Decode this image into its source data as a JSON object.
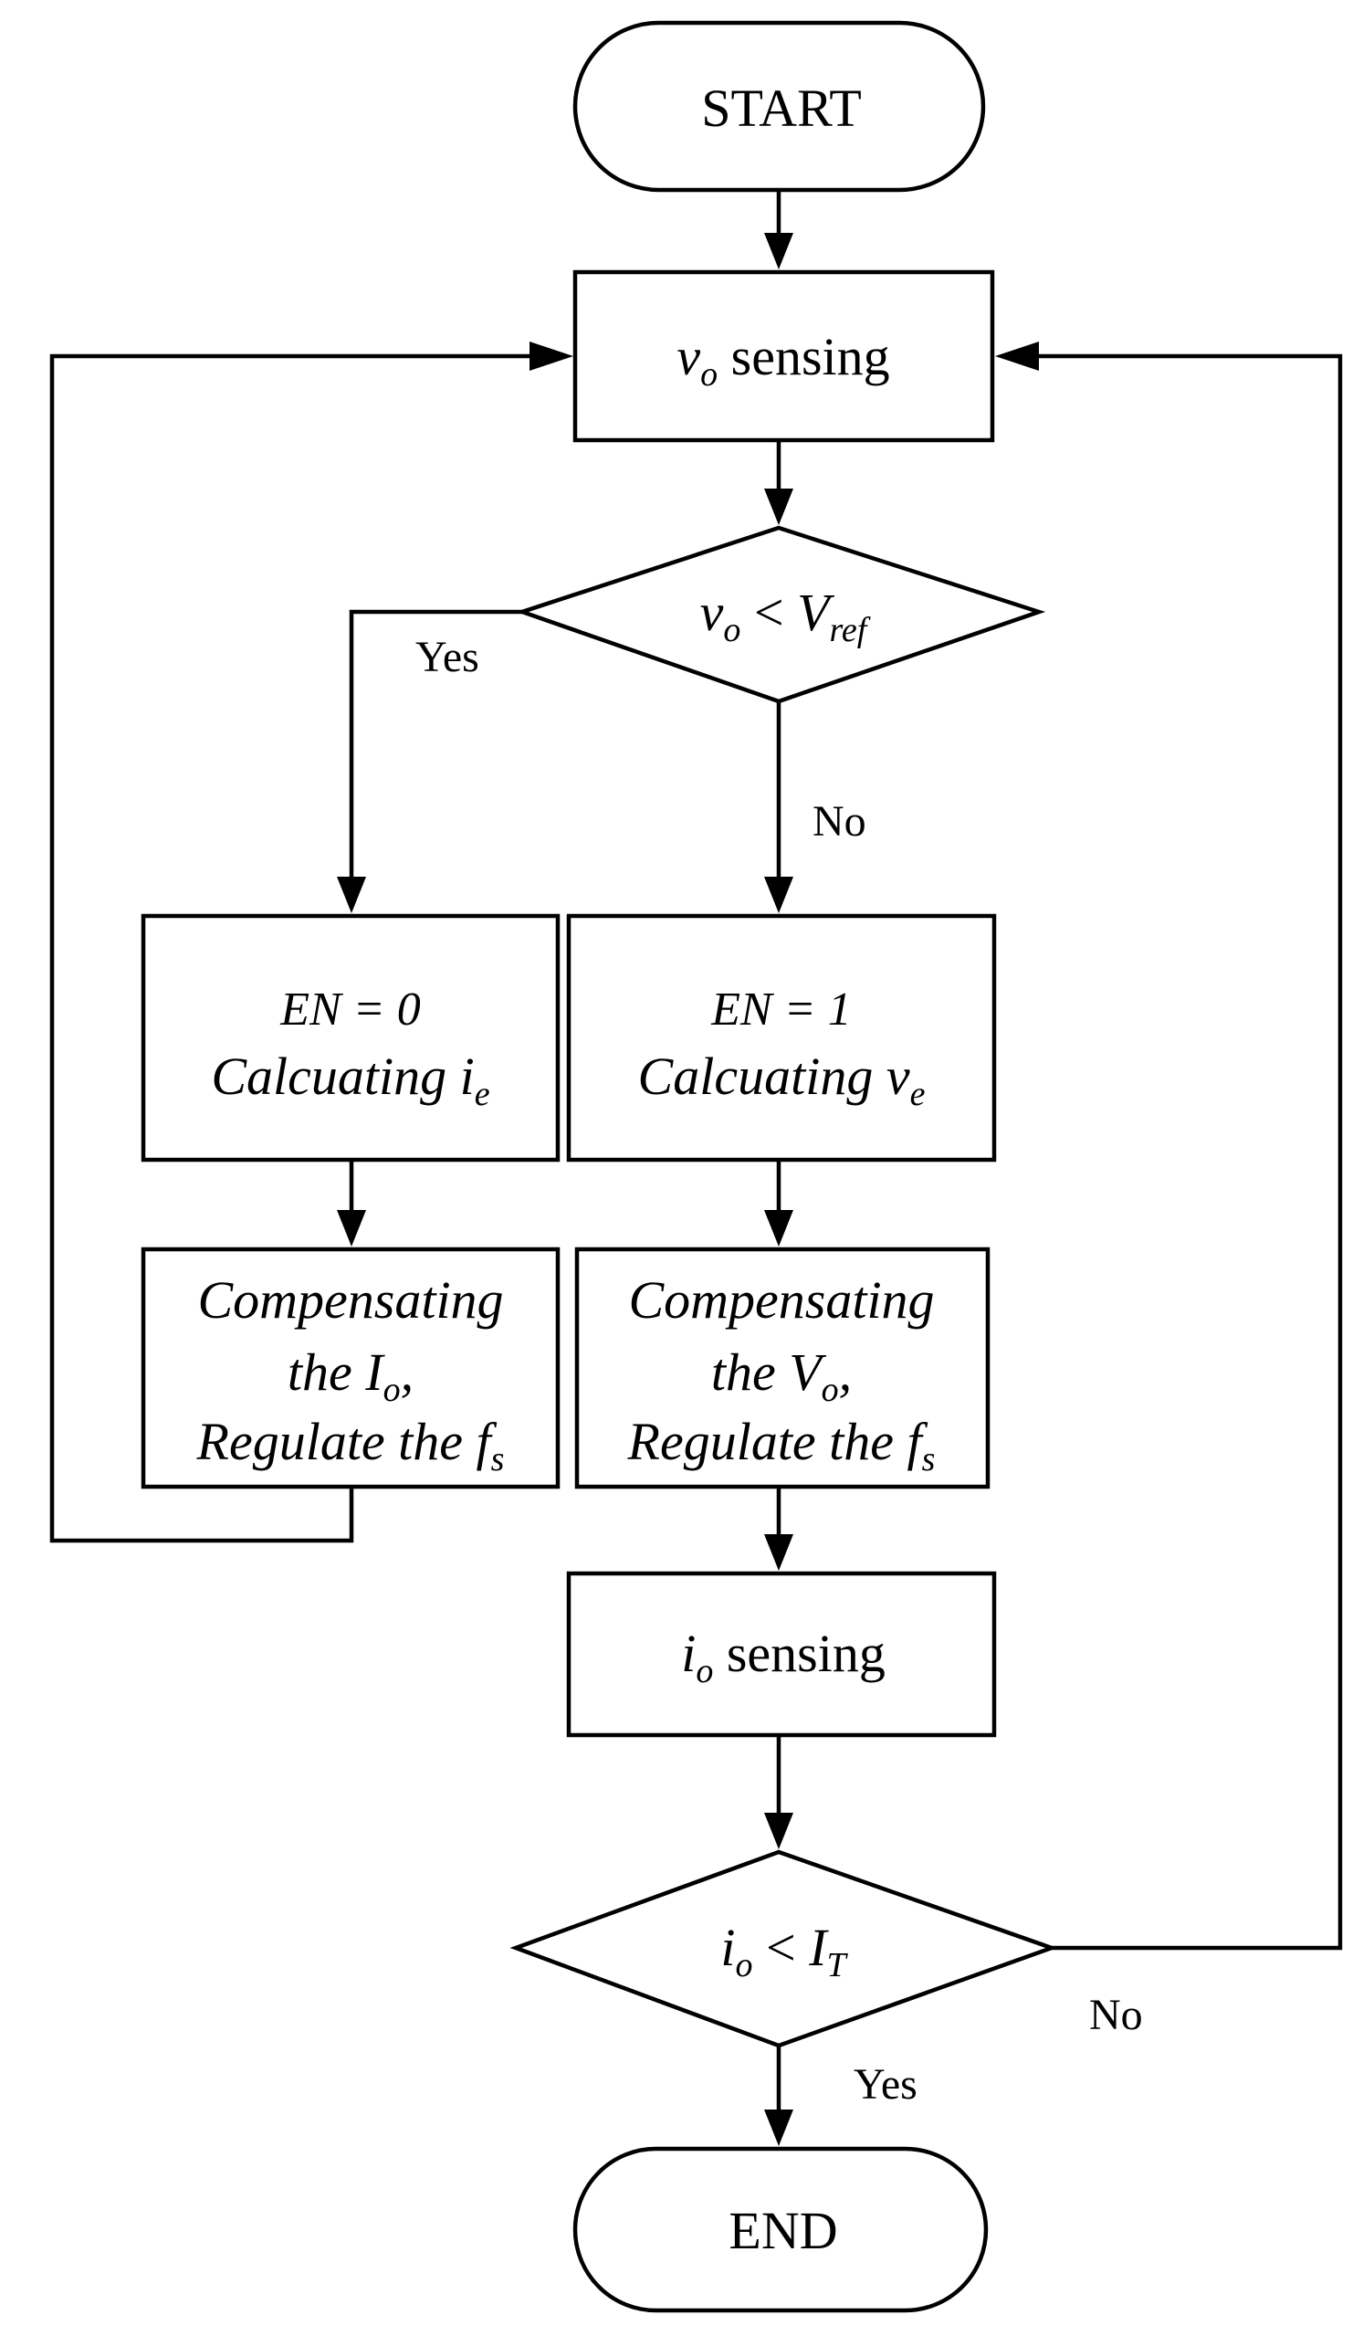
{
  "nodes": {
    "start": {
      "text": "START"
    },
    "vo_sensing": {
      "var": "v",
      "sub": "o",
      "text": " sensing"
    },
    "decision_vo": {
      "left_var": "v",
      "left_sub": "o",
      "op": " < ",
      "right_var": "V",
      "right_sub": "ref"
    },
    "en0": {
      "line1": "EN = 0",
      "line2": "Calcuating ",
      "var": "i",
      "sub": "e"
    },
    "en1": {
      "line1": "EN = 1",
      "line2": "Calcuating ",
      "var": "v",
      "sub": "e"
    },
    "comp_left": {
      "line1": "Compensating",
      "line2_pre": "the ",
      "var": "I",
      "sub": "o",
      "line2_post": ",",
      "line3_pre": "Regulate the ",
      "var3": "f",
      "sub3": "s"
    },
    "comp_right": {
      "line1": "Compensating",
      "line2_pre": "the  ",
      "var": "V",
      "sub": "o",
      "line2_post": ",",
      "line3_pre": "Regulate the ",
      "var3": "f",
      "sub3": "s"
    },
    "io_sensing": {
      "var": "i",
      "sub": "o",
      "text": " sensing"
    },
    "decision_io": {
      "left_var": "i",
      "left_sub": "o",
      "op": " < ",
      "right_var": "I",
      "right_sub": "T"
    },
    "end": {
      "text": "END"
    }
  },
  "edge_labels": {
    "yes_left": "Yes",
    "no_down": "No",
    "no_right": "No",
    "yes_down": "Yes"
  }
}
